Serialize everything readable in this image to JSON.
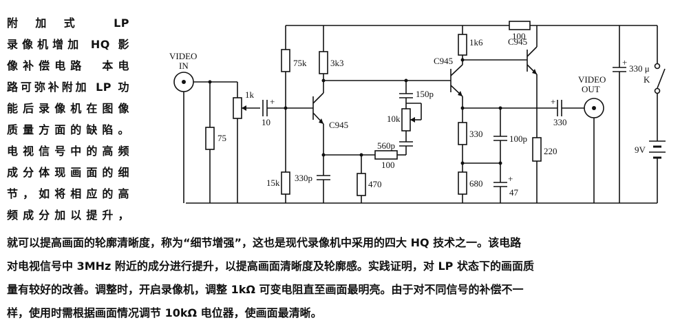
{
  "side_text": [
    "附加式 LP",
    "录像机增加 HQ 影",
    "像补偿电路　本电",
    "路可弥补附加 LP 功",
    "能后录像机在图像",
    "质量方面的缺陷。",
    "电视信号中的高频",
    "成分体现画面的细",
    "节，如将相应的高",
    "频成分加以提升，"
  ],
  "bottom_text": [
    "就可以提高画面的轮廓清晰度，称为“细节增强”，这也是现代录像机中采用的四大 HQ 技术之一。该电路",
    "对电视信号中 3MHz 附近的成分进行提升，以提高画面清晰度及轮廓感。实践证明，对 LP 状态下的画面质",
    "量有较好的改善。调整时，开启录像机，调整 1kΩ 可变电阻直至画面最明亮。由于对不同信号的补偿不一",
    "样，使用时需根据画面情况调节 10kΩ 电位器，使画面最清晰。"
  ],
  "schematic": {
    "video_in_label_1": "VIDEO",
    "video_in_label_2": "IN",
    "video_out_label_1": "VIDEO",
    "video_out_label_2": "OUT",
    "r_75": "75",
    "pot_1k": "1k",
    "cap_10": "10",
    "cap_plus": "+",
    "r_75k": "75k",
    "r_3k3": "3k3",
    "q1": "C945",
    "r_15k": "15k",
    "cap_330p": "330p",
    "r_470": "470",
    "cap_150p": "150p",
    "pot_10k": "10k",
    "cap_560p": "560p",
    "r_100_mid": "100",
    "r_1k6": "1k6",
    "q2": "C945",
    "r_330": "330",
    "r_680": "680",
    "cap_100p": "100p",
    "cap_47": "47",
    "r_100_top": "100",
    "q3": "C945",
    "r_220": "220",
    "cap_330": "330",
    "cap_330u": "330 μ",
    "switch_k": "K",
    "battery": "9V"
  }
}
